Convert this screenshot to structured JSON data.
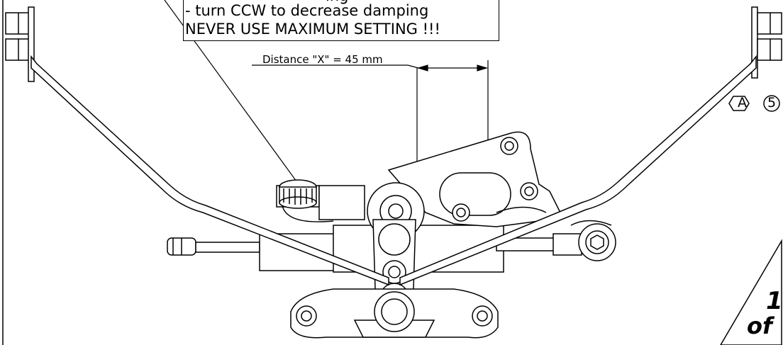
{
  "note": {
    "line_partial": "ing",
    "line1": "- turn CCW to decrease damping",
    "line2": "NEVER USE MAXIMUM SETTING !!!"
  },
  "dimension": {
    "label": "Distance \"X\" = 45 mm"
  },
  "callouts": {
    "hex_label": "A",
    "circle_label": "5"
  },
  "sheet": {
    "number": "1",
    "of_label": "of"
  }
}
